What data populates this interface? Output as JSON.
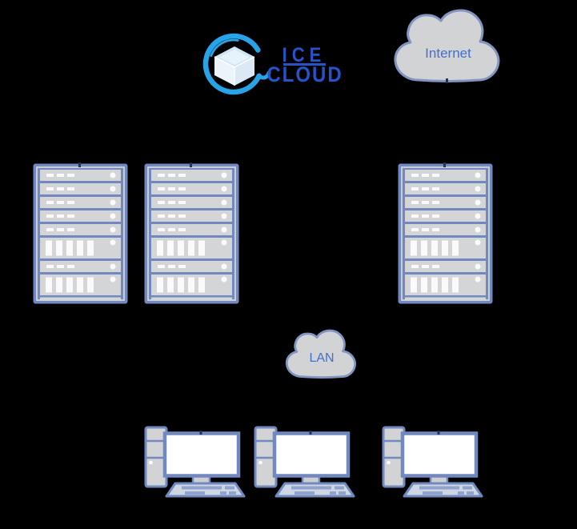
{
  "background_color": "#000000",
  "logo": {
    "brand_line1": "ICE",
    "brand_line2": "CLOUD",
    "text_color": "#2553c9",
    "swirl_color": "#29a3e8",
    "cube_top_color": "#cfe6f6",
    "cube_left_color": "#ecf4fb",
    "cube_right_color": "#dbe9f5"
  },
  "clouds": {
    "internet": {
      "label": "Internet"
    },
    "lan": {
      "label": "LAN"
    },
    "fill": "#d2d3d5",
    "border": "#8294c0",
    "label_color": "#4170cd"
  },
  "server_racks": {
    "count": 3,
    "frame_color": "#7189bf",
    "inset_line_color": "#c9cdd6",
    "panel_color": "#d4d5d7",
    "detail_color": "#fafafa"
  },
  "workstations": {
    "count": 3,
    "outline_color": "#7189bf",
    "case_color": "#d2d3d5",
    "screen_color": "#ffffff",
    "keyboard_color": "#ced6e4",
    "key_color": "#8fa3cc",
    "stand_color": "#ccced2"
  }
}
